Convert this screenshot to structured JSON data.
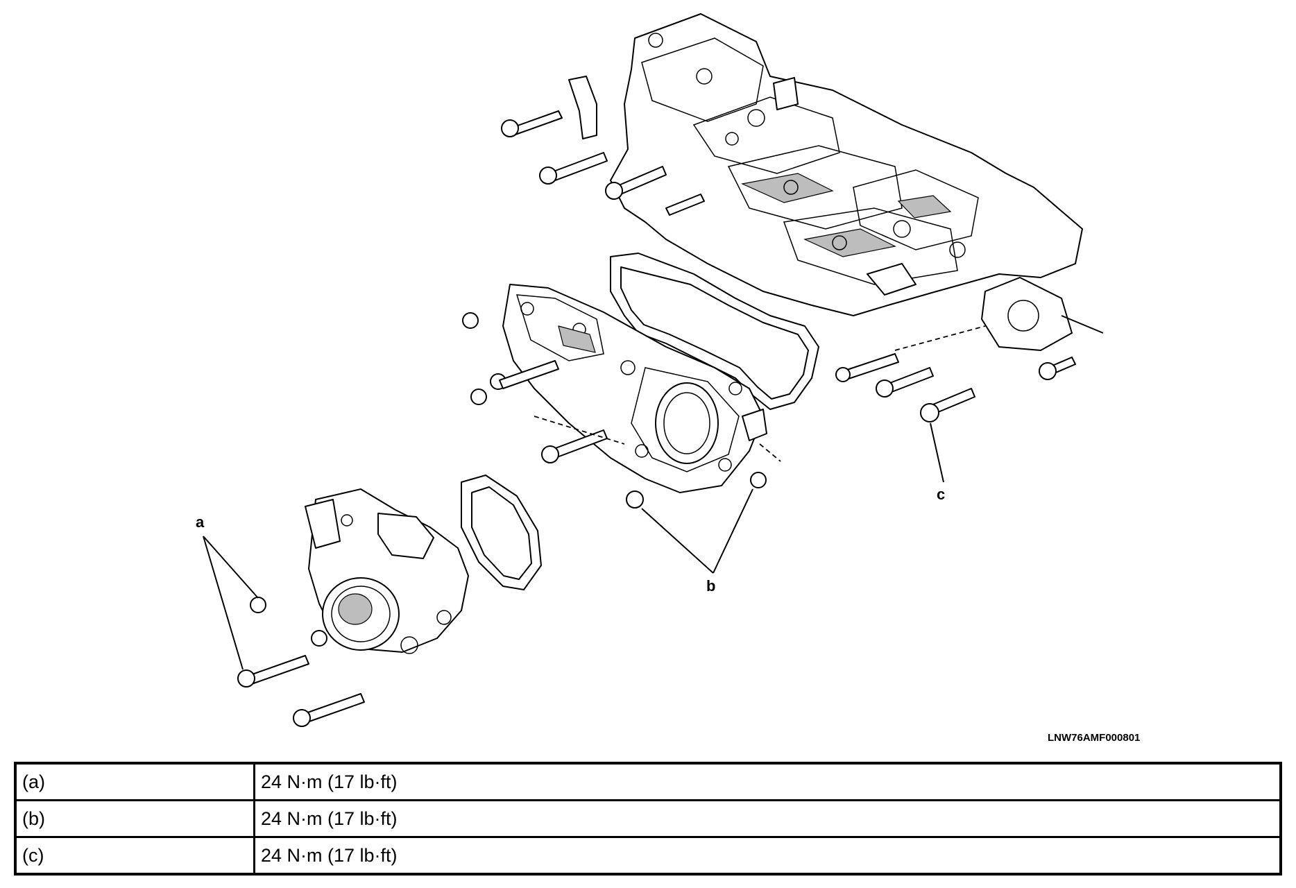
{
  "figure": {
    "callouts": {
      "a": "a",
      "b": "b",
      "c": "c"
    },
    "code": "LNW76AMF000801"
  },
  "torque_table": {
    "rows": [
      {
        "label": "(a)",
        "value": "24 N·m (17 lb·ft)"
      },
      {
        "label": "(b)",
        "value": "24 N·m (17 lb·ft)"
      },
      {
        "label": "(c)",
        "value": "24 N·m (17 lb·ft)"
      }
    ]
  }
}
